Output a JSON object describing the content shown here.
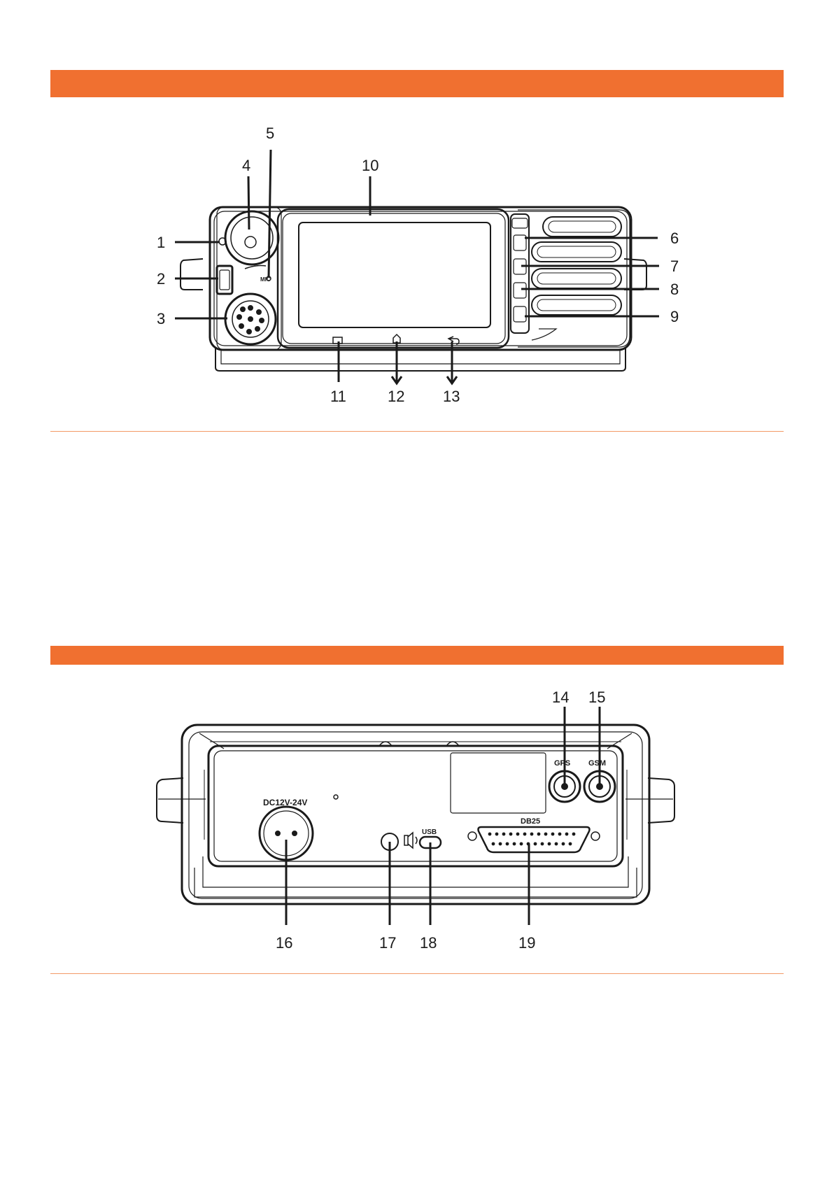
{
  "colors": {
    "accent": "#f07030",
    "rule": "#f39a66",
    "ink": "#1a1a1a"
  },
  "front_panel": {
    "callouts": [
      "1",
      "2",
      "3",
      "4",
      "5",
      "6",
      "7",
      "8",
      "9",
      "10",
      "11",
      "12",
      "13"
    ],
    "mic_label": "MIC"
  },
  "rear_panel": {
    "callouts": [
      "14",
      "15",
      "16",
      "17",
      "18",
      "19"
    ],
    "gps_label": "GPS",
    "gsm_label": "GSM",
    "db25_label": "DB25",
    "power_label": "DC12V-24V",
    "usb_label": "USB"
  }
}
